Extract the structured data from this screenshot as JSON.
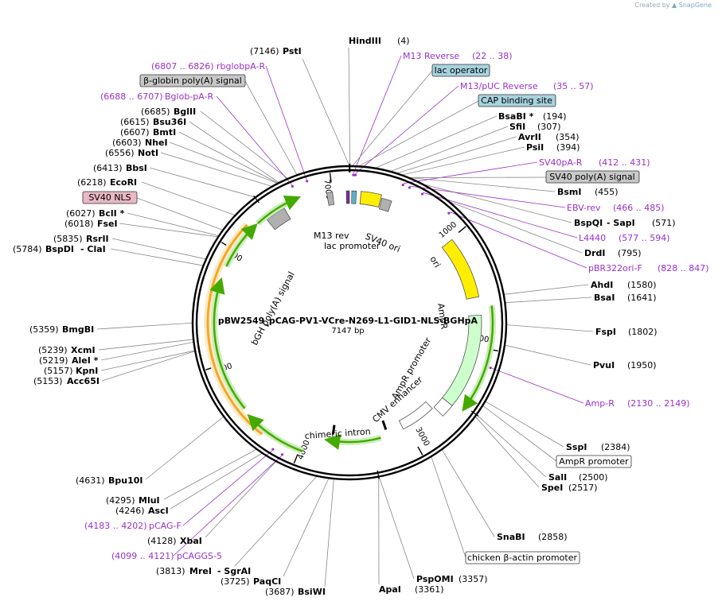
{
  "credit": {
    "prefix": "Created by",
    "brand": "SnapGene"
  },
  "plasmid": {
    "name": "pBW2549_pCAG-PV1-VCre-N269-L1-GID1-NLS-BGHpA",
    "length": "7147 bp"
  },
  "ticks": [
    {
      "label": "1000",
      "pos": 1000
    },
    {
      "label": "2000",
      "pos": 2000
    },
    {
      "label": "3000",
      "pos": 3000
    },
    {
      "label": "4000",
      "pos": 4000
    },
    {
      "label": "5000",
      "pos": 5000
    },
    {
      "label": "6000",
      "pos": 6000
    },
    {
      "label": "7000",
      "pos": 7000
    }
  ],
  "sites": [
    {
      "id": "hindiii",
      "name": "HindIII",
      "pos_text": "(4)",
      "pos": 4
    },
    {
      "id": "bsabi",
      "name": "BsaBI *",
      "pos_text": "(194)",
      "pos": 194
    },
    {
      "id": "sfii",
      "name": "SfiI",
      "pos_text": "(307)",
      "pos": 307
    },
    {
      "id": "avrii",
      "name": "AvrII",
      "pos_text": "(354)",
      "pos": 354
    },
    {
      "id": "psii",
      "name": "PsiI",
      "pos_text": "(394)",
      "pos": 394
    },
    {
      "id": "bsmi",
      "name": "BsmI",
      "pos_text": "(455)",
      "pos": 455
    },
    {
      "id": "bspqi",
      "name": "BspQI",
      "name2": "SapI",
      "pos_text": "(571)",
      "pos": 571
    },
    {
      "id": "drdi",
      "name": "DrdI",
      "pos_text": "(795)",
      "pos": 795
    },
    {
      "id": "ahdi",
      "name": "AhdI",
      "pos_text": "(1580)",
      "pos": 1580
    },
    {
      "id": "bsai",
      "name": "BsaI",
      "pos_text": "(1641)",
      "pos": 1641
    },
    {
      "id": "fspi",
      "name": "FspI",
      "pos_text": "(1802)",
      "pos": 1802
    },
    {
      "id": "pvui",
      "name": "PvuI",
      "pos_text": "(1950)",
      "pos": 1950
    },
    {
      "id": "sspi",
      "name": "SspI",
      "pos_text": "(2384)",
      "pos": 2384
    },
    {
      "id": "sali",
      "name": "SalI",
      "pos_text": "(2500)",
      "pos": 2500
    },
    {
      "id": "spei",
      "name": "SpeI",
      "pos_text": "(2517)",
      "pos": 2517
    },
    {
      "id": "snabi",
      "name": "SnaBI",
      "pos_text": "(2858)",
      "pos": 2858
    },
    {
      "id": "pspomi",
      "name": "PspOMI",
      "pos_text": "(3357)",
      "pos": 3357
    },
    {
      "id": "apai",
      "name": "ApaI",
      "pos_text": "(3361)",
      "pos": 3361
    },
    {
      "id": "bsiwi",
      "name": "BsiWI",
      "pos_text": "(3687)",
      "pos": 3687
    },
    {
      "id": "paqci",
      "name": "PaqCI",
      "pos_text": "(3725)",
      "pos": 3725
    },
    {
      "id": "mrei",
      "name": "MreI",
      "name2": "SgrAI",
      "pos_text": "(3813)",
      "pos": 3813
    },
    {
      "id": "xbai",
      "name": "XbaI",
      "pos_text": "(4128)",
      "pos": 4128
    },
    {
      "id": "asci",
      "name": "AscI",
      "pos_text": "(4246)",
      "pos": 4246
    },
    {
      "id": "mlui",
      "name": "MluI",
      "pos_text": "(4295)",
      "pos": 4295
    },
    {
      "id": "bpu10i",
      "name": "Bpu10I",
      "pos_text": "(4631)",
      "pos": 4631
    },
    {
      "id": "acc65i",
      "name": "Acc65I",
      "pos_text": "(5153)",
      "pos": 5153
    },
    {
      "id": "kpni",
      "name": "KpnI",
      "pos_text": "(5157)",
      "pos": 5157
    },
    {
      "id": "alei",
      "name": "AleI *",
      "pos_text": "(5219)",
      "pos": 5219
    },
    {
      "id": "xcmi",
      "name": "XcmI",
      "pos_text": "(5239)",
      "pos": 5239
    },
    {
      "id": "bmgbi",
      "name": "BmgBI",
      "pos_text": "(5359)",
      "pos": 5359
    },
    {
      "id": "bspdi",
      "name": "BspDI",
      "name2": "ClaI",
      "pos_text": "(5784)",
      "pos": 5784
    },
    {
      "id": "rsrii",
      "name": "RsrII",
      "pos_text": "(5835)",
      "pos": 5835
    },
    {
      "id": "fsei",
      "name": "FseI",
      "pos_text": "(6018)",
      "pos": 6018
    },
    {
      "id": "bcli",
      "name": "BclI *",
      "pos_text": "(6027)",
      "pos": 6027
    },
    {
      "id": "ecori",
      "name": "EcoRI",
      "pos_text": "(6218)",
      "pos": 6218
    },
    {
      "id": "bbsi",
      "name": "BbsI",
      "pos_text": "(6413)",
      "pos": 6413
    },
    {
      "id": "noti",
      "name": "NotI",
      "pos_text": "(6556)",
      "pos": 6556
    },
    {
      "id": "nhei",
      "name": "NheI",
      "pos_text": "(6603)",
      "pos": 6603
    },
    {
      "id": "bmti",
      "name": "BmtI",
      "pos_text": "(6607)",
      "pos": 6607
    },
    {
      "id": "bsu36i",
      "name": "Bsu36I",
      "pos_text": "(6615)",
      "pos": 6615
    },
    {
      "id": "bglii",
      "name": "BglII",
      "pos_text": "(6685)",
      "pos": 6685
    },
    {
      "id": "psti",
      "name": "PstI",
      "pos_text": "(7146)",
      "pos": 7146
    }
  ],
  "primers": [
    {
      "id": "m13-reverse",
      "name": "M13 Reverse",
      "range": "(22 .. 38)",
      "pos": 30
    },
    {
      "id": "m13-puc-reverse",
      "name": "M13/pUC Reverse",
      "range": "(35 .. 57)",
      "pos": 46
    },
    {
      "id": "sv40pa-r",
      "name": "SV40pA-R",
      "range": "(412 .. 431)",
      "pos": 421
    },
    {
      "id": "ebv-rev",
      "name": "EBV-rev",
      "range": "(466 .. 485)",
      "pos": 475
    },
    {
      "id": "l4440",
      "name": "L4440",
      "range": "(577 .. 594)",
      "pos": 585
    },
    {
      "id": "pbr322ori-f",
      "name": "pBR322ori-F",
      "range": "(828 .. 847)",
      "pos": 837
    },
    {
      "id": "amp-r",
      "name": "Amp-R",
      "range": "(2130 .. 2149)",
      "pos": 2139
    },
    {
      "id": "pcagg-s",
      "name": "pCAGGS-5",
      "range": "(4099 .. 4121)",
      "pos": 4110
    },
    {
      "id": "pcag-f",
      "name": "pCAG-F",
      "range": "(4183 .. 4202)",
      "pos": 4192
    },
    {
      "id": "bglob-pa-r",
      "name": "Bglob-pA-R",
      "range": "(6688 .. 6707)",
      "pos": 6697
    },
    {
      "id": "rbglobpa-r",
      "name": "rbglobpA-R",
      "range": "(6807 .. 6826)",
      "pos": 6816
    }
  ],
  "boxed_features": [
    {
      "id": "lac-operator",
      "label": "lac operator",
      "fill": "#a7d3df",
      "pos": 20
    },
    {
      "id": "cap-binding-site",
      "label": "CAP binding site",
      "fill": "#a7d3df",
      "pos": 65
    },
    {
      "id": "sv40-polya",
      "label": "SV40 poly(A) signal",
      "fill": "#c8c8c8",
      "pos": 440
    },
    {
      "id": "ampr-promoter-box",
      "label": "AmpR promoter",
      "fill": "#ffffff",
      "pos": 2420
    },
    {
      "id": "chicken-b-actin-promoter",
      "label": "chicken β-actin promoter",
      "fill": "#ffffff",
      "pos": 2950
    },
    {
      "id": "sv40-nls",
      "label": "SV40 NLS",
      "fill": "#e8b8c4",
      "pos": 6080
    },
    {
      "id": "b-globin-polya",
      "label": "β-globin poly(A) signal",
      "fill": "#c8c8c8",
      "pos": 6760
    }
  ],
  "inner_labels": {
    "m13_rev": "M13 rev",
    "lac_promoter": "lac promoter",
    "sv40_ori": "SV40 ori",
    "ori": "ori",
    "ampr": "AmpR",
    "ampr_promoter": "AmpR promoter",
    "cmv_enhancer": "CMV enhancer",
    "chimeric_intron": "chimeric intron",
    "bgh_polya": "bGH poly(A) signal"
  },
  "colors": {
    "ori": "#ffee00",
    "ampr": "#ccffcc",
    "orf_arrow": "#44aa00",
    "orf_glow": "#cceebb",
    "cre_band": "#f5a623",
    "cre_glow": "#fdeccb",
    "primer": "#9b30c9",
    "grey_feature": "#b0b0b0"
  }
}
